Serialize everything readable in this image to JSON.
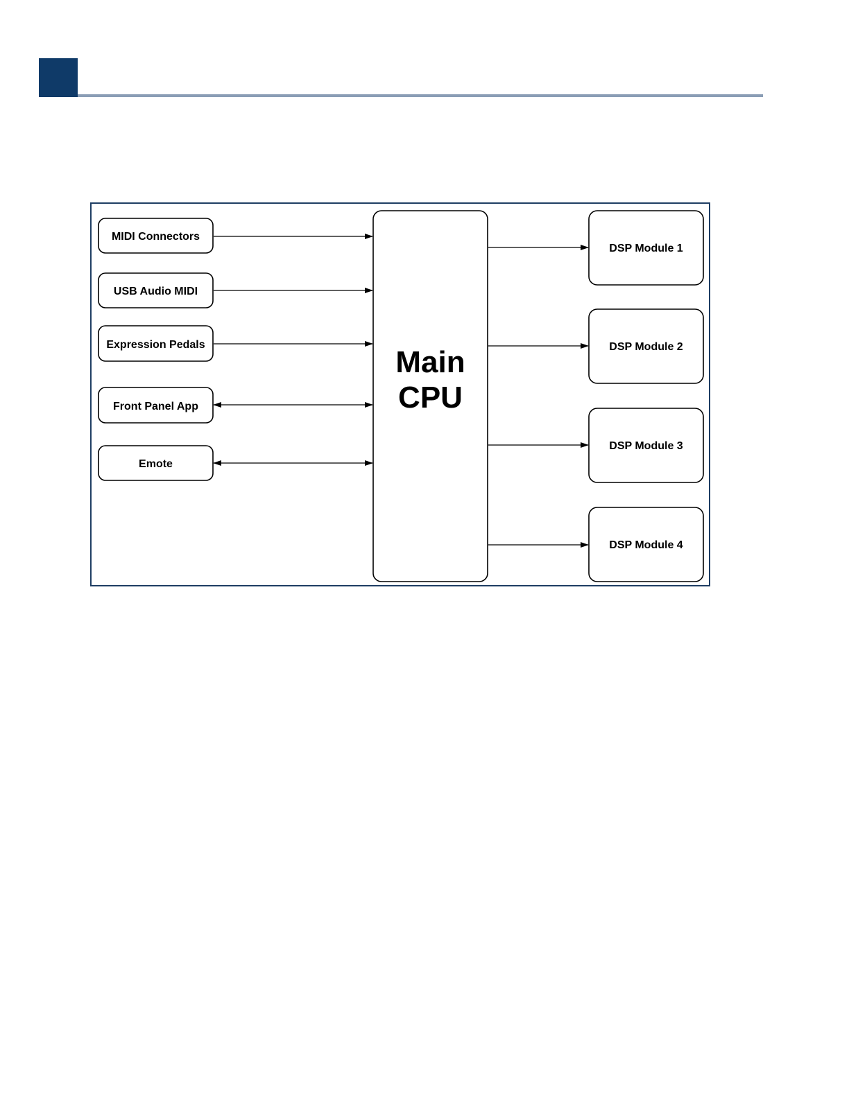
{
  "colors": {
    "header_block": "#0f3a68",
    "header_rule": "#8a9db5",
    "frame_border": "#1e3d63"
  },
  "diagram": {
    "inputs": [
      {
        "id": "midi-connectors",
        "label": "MIDI Connectors",
        "direction": "to-cpu"
      },
      {
        "id": "usb-audio-midi",
        "label": "USB Audio MIDI",
        "direction": "to-cpu"
      },
      {
        "id": "expression-pedals",
        "label": "Expression Pedals",
        "direction": "to-cpu"
      },
      {
        "id": "front-panel-app",
        "label": "Front Panel App",
        "direction": "bidirectional"
      },
      {
        "id": "emote",
        "label": "Emote",
        "direction": "bidirectional"
      }
    ],
    "cpu": {
      "line1": "Main",
      "line2": "CPU"
    },
    "outputs": [
      {
        "id": "dsp-module-1",
        "label": "DSP Module 1",
        "direction": "from-cpu"
      },
      {
        "id": "dsp-module-2",
        "label": "DSP Module 2",
        "direction": "from-cpu"
      },
      {
        "id": "dsp-module-3",
        "label": "DSP Module 3",
        "direction": "from-cpu"
      },
      {
        "id": "dsp-module-4",
        "label": "DSP Module 4",
        "direction": "from-cpu"
      }
    ]
  }
}
